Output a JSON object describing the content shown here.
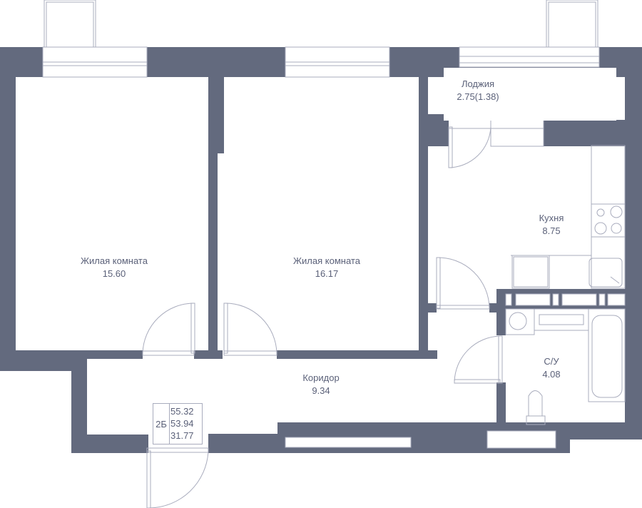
{
  "plan": {
    "colors": {
      "wall": "#636a7e",
      "line": "#a9acbd",
      "text": "#5b6179"
    },
    "rooms": [
      {
        "id": "living-room-1",
        "name": "Жилая комната",
        "area": "15.60"
      },
      {
        "id": "living-room-2",
        "name": "Жилая комната",
        "area": "16.17"
      },
      {
        "id": "loggia",
        "name": "Лоджия",
        "area": "2.75(1.38)"
      },
      {
        "id": "kitchen",
        "name": "Кухня",
        "area": "8.75"
      },
      {
        "id": "corridor",
        "name": "Коридор",
        "area": "9.34"
      },
      {
        "id": "bathroom",
        "name": "С/У",
        "area": "4.08"
      }
    ],
    "summary": {
      "type": "2Б",
      "total_area": "55.32",
      "area_without_loggia": "53.94",
      "living_area": "31.77"
    }
  }
}
